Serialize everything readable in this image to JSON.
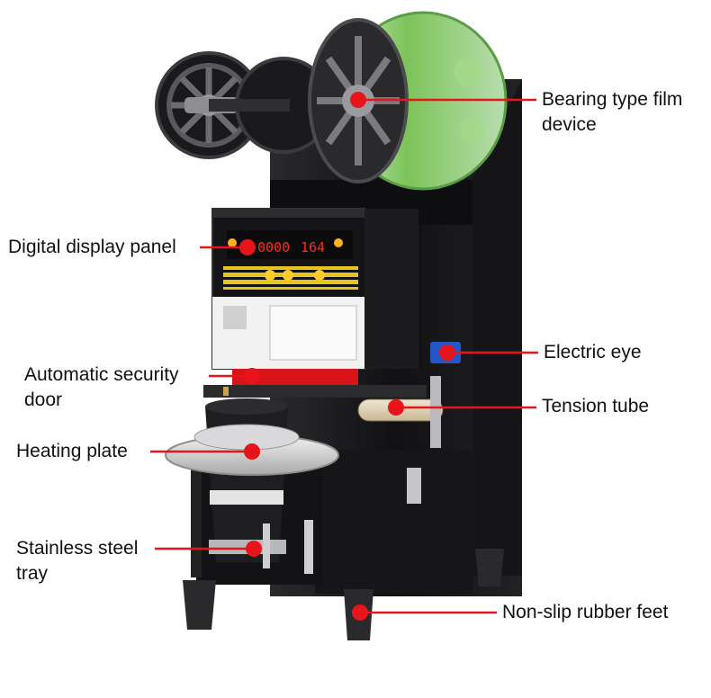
{
  "callouts": {
    "film_device": {
      "line1": "Bearing type film",
      "line2": "device"
    },
    "display_panel": {
      "line1": "Digital display panel"
    },
    "electric_eye": {
      "line1": "Electric eye"
    },
    "security_door": {
      "line1": "Automatic security",
      "line2": "door"
    },
    "tension_tube": {
      "line1": "Tension tube"
    },
    "heating_plate": {
      "line1": "Heating plate"
    },
    "steel_tray": {
      "line1": "Stainless steel",
      "line2": "tray"
    },
    "rubber_feet": {
      "line1": "Non-slip rubber feet"
    }
  },
  "panel": {
    "display_left": "0000",
    "display_right": "164"
  },
  "colors": {
    "callout": "#e8141b",
    "body": "#1b1b1d",
    "film": "#7dc35a",
    "display": "#ff2a1a",
    "eye": "#2456c8",
    "door": "#d8141b"
  }
}
